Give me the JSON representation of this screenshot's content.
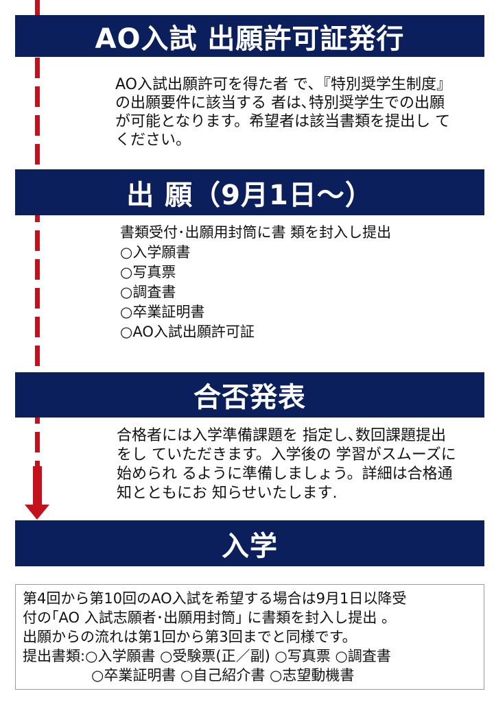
{
  "steps": [
    {
      "title": "AO入試 出願許可証発行",
      "body": [
        "AO入試出願許可を得た者 で､『特別奨学生制度』",
        "の出願要件に該当する 者は､特別奨学生での出願",
        "が可能となります。希望者は該当書類を提出し て",
        "ください。"
      ]
    },
    {
      "title": "出 願（9月1日～）",
      "body": [
        "書類受付･出願用封筒に書 類を封入し提出",
        "○入学願書",
        "○写真票",
        "○調査書",
        "○卒業証明書",
        "○AO入試出願許可証"
      ]
    },
    {
      "title": "合否発表",
      "body": [
        "合格者には入学準備課題を 指定し､数回課題提出",
        "をし ていただきます。入学後の 学習がスムーズに",
        "始められ るように準備しましょう。詳細は合格通",
        "知とともにお 知らせいたします."
      ]
    },
    {
      "title": "入学"
    }
  ],
  "note": [
    "第4回から第10回のAO入試を希望する場合は9月1日以降受",
    "付の｢AO 入試志願者･出願用封筒｣ に書類を封入し提出 。",
    "出願からの流れは第1回から第3回までと同様です。",
    "提出書類:○入学願書 ○受験票(正／副) ○写真票 ○調査書",
    "○卒業証明書 ○自己紹介書 ○志望動機書"
  ],
  "colors": {
    "navy": "#0b1f5c",
    "arrow": "#c4121c"
  }
}
